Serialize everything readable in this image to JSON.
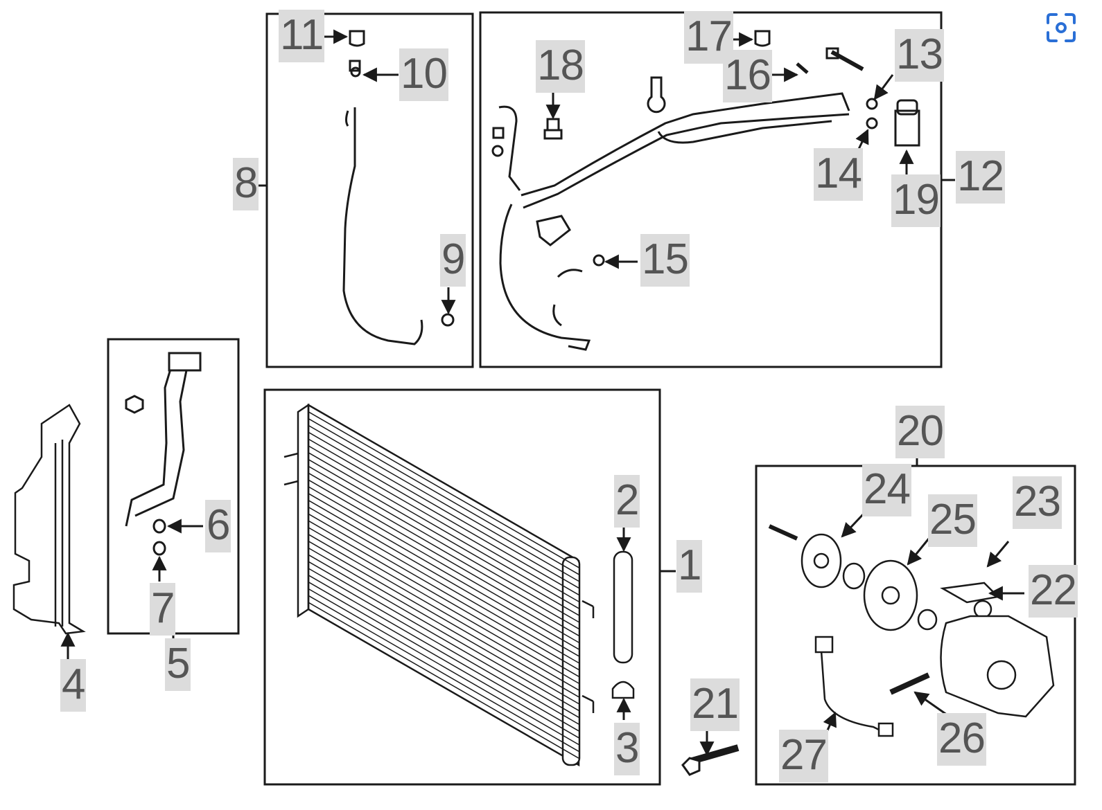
{
  "diagram": {
    "callouts": {
      "c1": "1",
      "c2": "2",
      "c3": "3",
      "c4": "4",
      "c5": "5",
      "c6": "6",
      "c7": "7",
      "c8": "8",
      "c9": "9",
      "c10": "10",
      "c11": "11",
      "c12": "12",
      "c13": "13",
      "c14": "14",
      "c15": "15",
      "c16": "16",
      "c17": "17",
      "c18": "18",
      "c19": "19",
      "c20": "20",
      "c21": "21",
      "c22": "22",
      "c23": "23",
      "c24": "24",
      "c25": "25",
      "c26": "26",
      "c27": "27"
    },
    "colors": {
      "line": "#1a1a1a",
      "label_bg": "#dcdcdc",
      "label_text": "#555555",
      "accent": "#2a6fd6"
    }
  },
  "toolbar": {
    "lens_icon": "visual-search-icon"
  }
}
